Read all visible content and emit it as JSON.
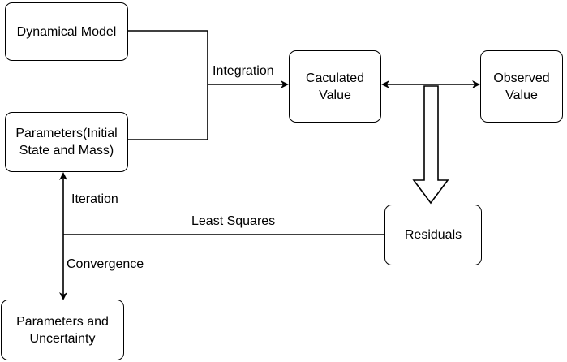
{
  "nodes": {
    "dynamical_model": "Dynamical Model",
    "parameters_initial": "Parameters(Initial State and Mass)",
    "calculated_value": "Caculated Value",
    "observed_value": "Observed Value",
    "residuals": "Residuals",
    "parameters_uncertainty": "Parameters and Uncertainty"
  },
  "edge_labels": {
    "integration": "Integration",
    "iteration": "Iteration",
    "least_squares": "Least Squares",
    "convergence": "Convergence"
  },
  "colors": {
    "stroke": "#000000",
    "background": "#ffffff"
  }
}
